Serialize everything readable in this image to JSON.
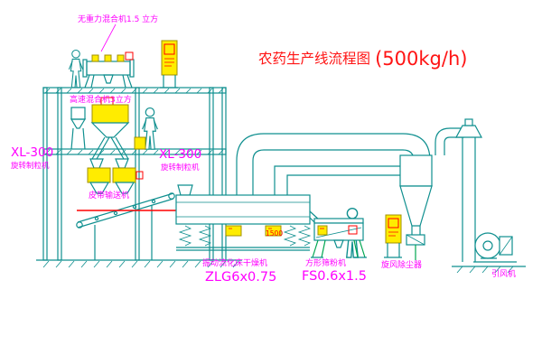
{
  "title": {
    "text": "农药生产线流程图",
    "capacity": "(500kg/h)"
  },
  "labels": {
    "top_mixer": "无重力混合机1.5 立方",
    "high_speed_mixer": "高速混合机3立方",
    "granulator_left_model": "XL-300",
    "granulator_left_name": "旋转制粒机",
    "granulator_mid_model": "XL-300",
    "granulator_mid_name": "旋转制粒机",
    "belt_conveyor": "皮带输送机",
    "dryer_name": "振动流化床干燥机",
    "dryer_model": "ZLG6x0.75",
    "dryer_note": "1500",
    "sieve_name": "方形筛粉机",
    "sieve_model": "FS0.6x1.5",
    "cyclone_name": "旋风除尘器",
    "fan_name": "引风机"
  },
  "colors": {
    "line_teal": "#0f8f8f",
    "label_magenta": "#ff00ff",
    "title_red": "#ff1414",
    "equipment_yellow": "#ffec00",
    "accent_green": "#00a651",
    "background": "#ffffff"
  }
}
